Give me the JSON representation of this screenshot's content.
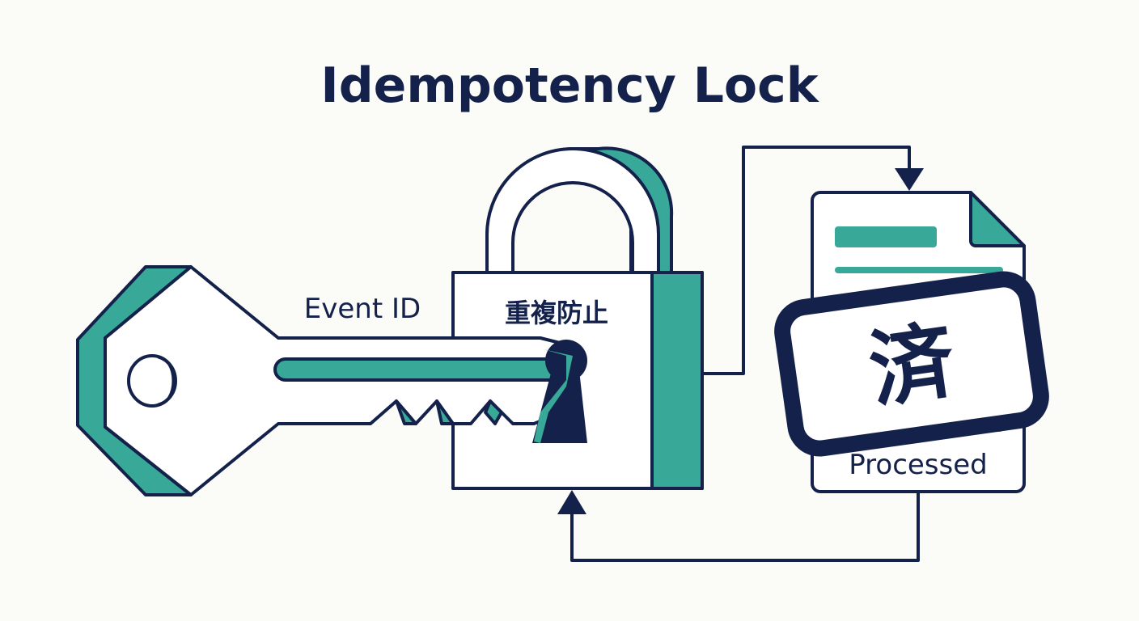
{
  "title": "Idempotency Lock",
  "labels": {
    "key": "Event ID",
    "lock": "重複防止",
    "stamp": "済",
    "document": "Processed"
  },
  "colors": {
    "navy": "#14214a",
    "teal": "#38a898",
    "paper": "#ffffff",
    "background": "#fbfbf8"
  },
  "icons": {
    "key": "key-icon",
    "lock": "padlock-icon",
    "keyhole": "keyhole-icon",
    "document": "document-icon",
    "stamp": "stamp-icon"
  }
}
